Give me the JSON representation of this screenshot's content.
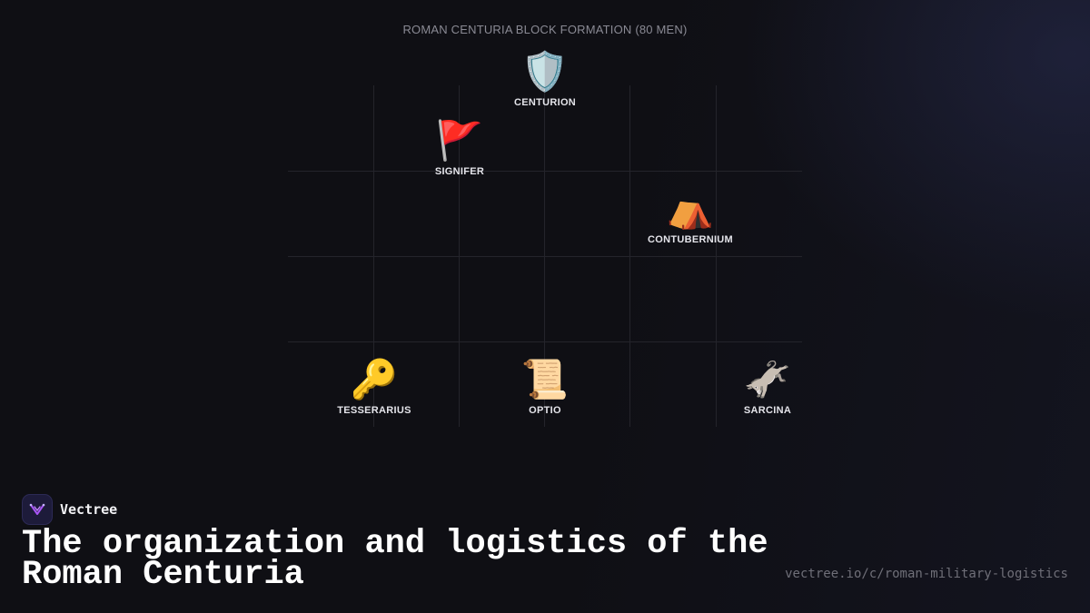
{
  "diagram": {
    "title": "ROMAN CENTURIA BLOCK FORMATION (80 MEN)",
    "nodes": [
      {
        "id": "centurion",
        "label": "CENTURION",
        "icon": "shield-icon",
        "glyph": "🛡️"
      },
      {
        "id": "signifer",
        "label": "SIGNIFER",
        "icon": "flag-icon",
        "glyph": "🚩"
      },
      {
        "id": "contubernium",
        "label": "CONTUBERNIUM",
        "icon": "tent-icon",
        "glyph": "⛺"
      },
      {
        "id": "tesserarius",
        "label": "TESSERARIUS",
        "icon": "key-icon",
        "glyph": "🔑"
      },
      {
        "id": "optio",
        "label": "OPTIO",
        "icon": "scroll-icon",
        "glyph": "📜"
      },
      {
        "id": "sarcina",
        "label": "SARCINA",
        "icon": "donkey-icon",
        "glyph": "🫏"
      }
    ]
  },
  "brand": {
    "name": "Vectree",
    "accent": "#a855f7"
  },
  "headline": "The organization and logistics of the Roman Centuria",
  "source_url": "vectree.io/c/roman-military-logistics",
  "colors": {
    "background": "#0f0f14",
    "grid": "#24242b",
    "label": "#e4e4ea"
  }
}
